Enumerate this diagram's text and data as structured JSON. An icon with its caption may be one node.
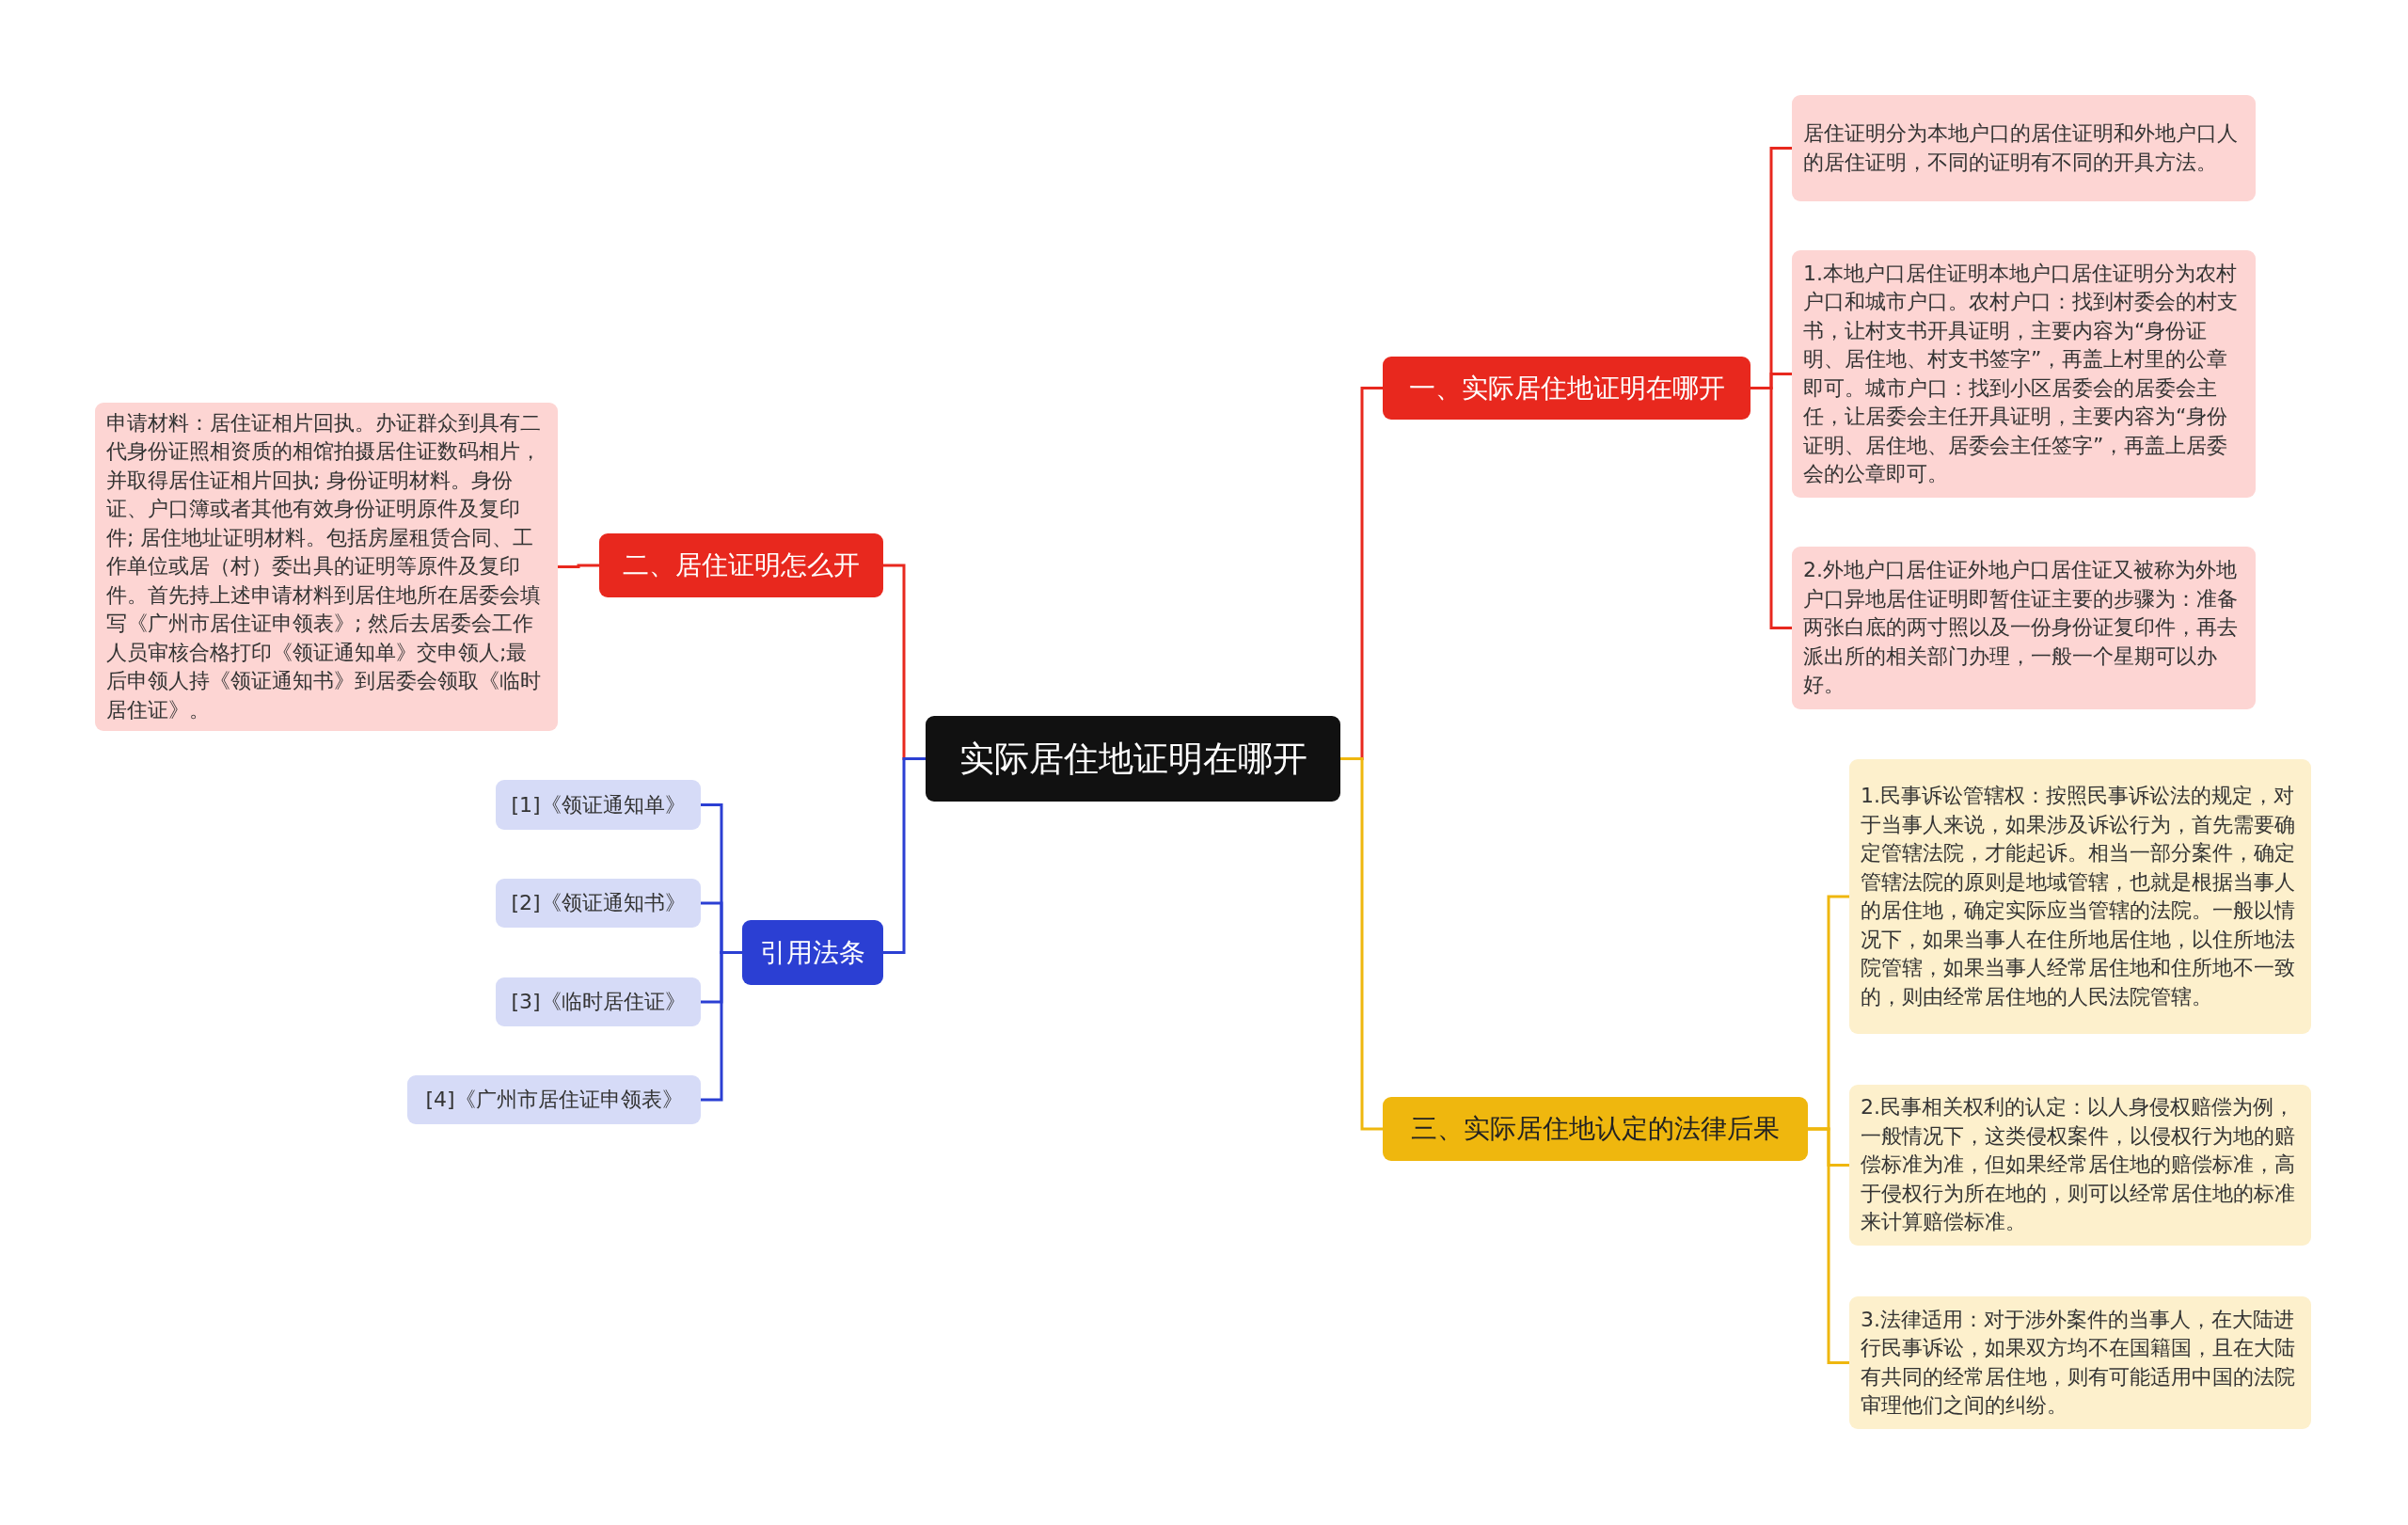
{
  "diagram": {
    "nodes": [
      {
        "text": [
          "实际居住地证明在哪开"
        ]
      },
      {
        "text": [
          "一、实际居住地证明在哪开"
        ]
      },
      {
        "text": [
          "居住证明分为本地户口的居住证明和外地户口人的居住证明，不同的证明有不同的开具方法。"
        ]
      },
      {
        "text": [
          "1.本地户口居住证明本地户口居住证明分为农村户口和城市户口。农村户口：找到村委会的村支书，让村支书开具证明，主要内容为“身份证明、居住地、村支书签字”，再盖上村里的公章即可。城市户口：找到小区居委会的居委会主任，让居委会主任开具证明，主要内容为“身份证明、居住地、居委会主任签字”，再盖上居委会的公章即可。"
        ]
      },
      {
        "text": [
          "2.外地户口居住证外地户口居住证又被称为外地户口异地居住证明即暂住证主要的步骤为：准备两张白底的两寸照以及一份身份证复印件，再去派出所的相关部门办理，一般一个星期可以办好。"
        ]
      },
      {
        "text": [
          "三、实际居住地认定的法律后果"
        ]
      },
      {
        "text": [
          "1.民事诉讼管辖权：按照民事诉讼法的规定，对于当事人来说，如果涉及诉讼行为，首先需要确定管辖法院，才能起诉。相当一部分案件，确定管辖法院的原则是地域管辖，也就是根据当事人的居住地，确定实际应当管辖的法院。一般以情况下，如果当事人在住所地居住地，以住所地法院管辖，如果当事人经常居住地和住所地不一致的，则由经常居住地的人民法院管辖。"
        ]
      },
      {
        "text": [
          "2.民事相关权利的认定：以人身侵权赔偿为例，一般情况下，这类侵权案件，以侵权行为地的赔偿标准为准，但如果经常居住地的赔偿标准，高于侵权行为所在地的，则可以经常居住地的标准来计算赔偿标准。"
        ]
      },
      {
        "text": [
          "3.法律适用：对于涉外案件的当事人，在大陆进行民事诉讼，如果双方均不在国籍国，且在大陆有共同的经常居住地，则有可能适用中国的法院审理他们之间的纠纷。"
        ]
      },
      {
        "text": [
          "二、居住证明怎么开"
        ]
      },
      {
        "text": [
          "申请材料：居住证相片回执。办证群众到具有二代身份证照相资质的相馆拍摄居住证数码相片，并取得居住证相片回执; 身份证明材料。身份证、户口簿或者其他有效身份证明原件及复印件; 居住地址证明材料。包括房屋租赁合同、工作单位或居（村）委出具的证明等原件及复印件。首先持上述申请材料到居住地所在居委会填写《广州市居住证申领表》; 然后去居委会工作人员审核合格打印《领证通知单》交申领人;最后申领人持《领证通知书》到居委会领取《临时居住证》。"
        ]
      },
      {
        "text": [
          "引用法条"
        ]
      },
      {
        "text": [
          "[1]《领证通知单》"
        ]
      },
      {
        "text": [
          "[2]《领证通知书》"
        ]
      },
      {
        "text": [
          "[3]《临时居住证》"
        ]
      },
      {
        "text": [
          "[4]《广州市居住证申领表》"
        ]
      }
    ],
    "edges": [
      {
        "from": 0,
        "to": 1,
        "arrow": "none",
        "color": "#e8281e"
      },
      {
        "from": 1,
        "to": 2,
        "arrow": "none",
        "color": "#e8281e"
      },
      {
        "from": 1,
        "to": 3,
        "arrow": "none",
        "color": "#e8281e"
      },
      {
        "from": 1,
        "to": 4,
        "arrow": "none",
        "color": "#e8281e"
      },
      {
        "from": 0,
        "to": 5,
        "arrow": "none",
        "color": "#efb70e"
      },
      {
        "from": 5,
        "to": 6,
        "arrow": "none",
        "color": "#efb70e"
      },
      {
        "from": 5,
        "to": 7,
        "arrow": "none",
        "color": "#efb70e"
      },
      {
        "from": 5,
        "to": 8,
        "arrow": "none",
        "color": "#efb70e"
      },
      {
        "from": 0,
        "to": 9,
        "arrow": "none",
        "color": "#e8281e"
      },
      {
        "from": 9,
        "to": 10,
        "arrow": "none",
        "color": "#e8281e"
      },
      {
        "from": 0,
        "to": 11,
        "arrow": "none",
        "color": "#2b3fd3"
      },
      {
        "from": 11,
        "to": 12,
        "arrow": "none",
        "color": "#2b3fd3"
      },
      {
        "from": 11,
        "to": 13,
        "arrow": "none",
        "color": "#2b3fd3"
      },
      {
        "from": 11,
        "to": 14,
        "arrow": "none",
        "color": "#2b3fd3"
      },
      {
        "from": 11,
        "to": 15,
        "arrow": "none",
        "color": "#2b3fd3"
      }
    ]
  }
}
